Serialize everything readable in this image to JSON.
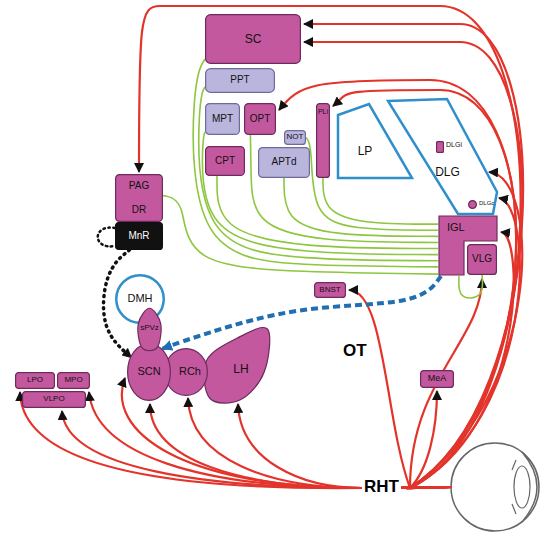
{
  "diagram": {
    "nodes": [
      {
        "text": [
          "SC"
        ]
      },
      {
        "text": [
          "PPT"
        ]
      },
      {
        "text": [
          "MPT"
        ]
      },
      {
        "text": [
          "OPT"
        ]
      },
      {
        "text": [
          "NOT"
        ]
      },
      {
        "text": [
          "PLi"
        ]
      },
      {
        "text": [
          "LP"
        ]
      },
      {
        "text": [
          "DLG"
        ]
      },
      {
        "text": [
          "DLGi"
        ],
        "in": 7
      },
      {
        "text": [
          "DLGc"
        ],
        "in": 7
      },
      {
        "text": [
          "CPT"
        ]
      },
      {
        "text": [
          "APTd"
        ]
      },
      {
        "text": [
          "PAG",
          "DR"
        ]
      },
      {
        "text": [
          "MnR"
        ]
      },
      {
        "text": [
          "IGL"
        ]
      },
      {
        "text": [
          "VLG"
        ]
      },
      {
        "text": [
          "DMH"
        ]
      },
      {
        "text": [
          "BNST"
        ]
      },
      {
        "text": [
          "sPVz"
        ]
      },
      {
        "text": [
          "SCN"
        ]
      },
      {
        "text": [
          "RCh"
        ]
      },
      {
        "text": [
          "LH"
        ]
      },
      {
        "text": [
          "MeA"
        ]
      },
      {
        "text": [
          "LPO"
        ]
      },
      {
        "text": [
          "MPO"
        ]
      },
      {
        "text": [
          "VLPO"
        ]
      }
    ],
    "edges": [
      {
        "from": 0,
        "to": 14,
        "arrow": "none"
      },
      {
        "from": 1,
        "to": 14,
        "arrow": "none"
      },
      {
        "from": 2,
        "to": 14,
        "arrow": "none"
      },
      {
        "from": 3,
        "to": 14,
        "arrow": "none"
      },
      {
        "from": 4,
        "to": 14,
        "arrow": "none"
      },
      {
        "from": 5,
        "to": 14,
        "arrow": "none"
      },
      {
        "from": 10,
        "to": 14,
        "arrow": "none"
      },
      {
        "from": 11,
        "to": 14,
        "arrow": "none"
      },
      {
        "from": 12,
        "to": 14,
        "arrow": "none"
      },
      {
        "from": 15,
        "to": 14,
        "arrow": "none"
      },
      {
        "from": 14,
        "to": 19,
        "arrow": "to"
      },
      {
        "from": 13,
        "to": 19,
        "arrow": "to"
      }
    ],
    "labels": [
      "OT",
      "RHT"
    ]
  }
}
